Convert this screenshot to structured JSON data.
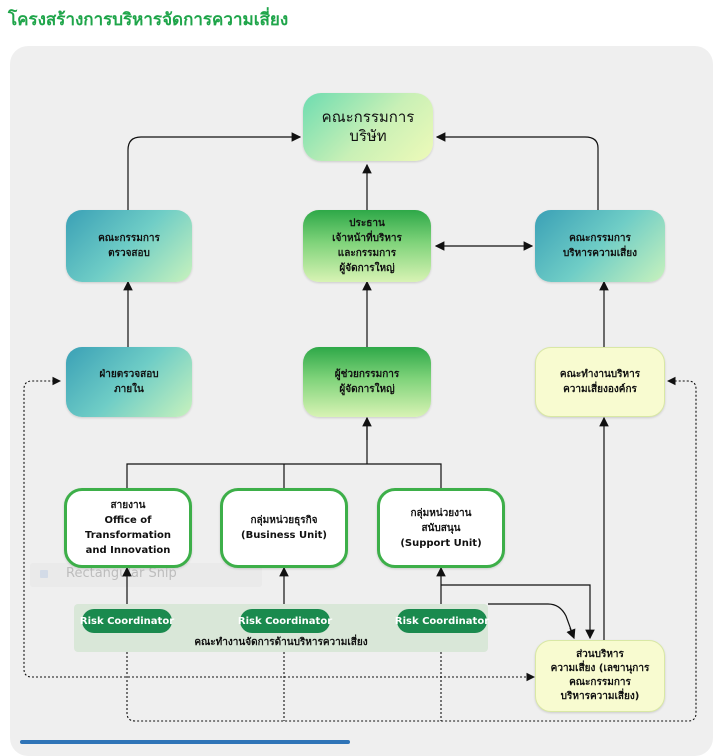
{
  "title": "โครงสร้างการบริหารจัดการความเสี่ยง",
  "nodes": {
    "board": "คณะกรรมการ\nบริษัท",
    "audit_committee": "คณะกรรมการ\nตรวจสอบ",
    "ceo": "ประธาน\nเจ้าหน้าที่บริหาร\nและกรรมการ\nผู้จัดการใหญ่",
    "risk_committee": "คณะกรรมการ\nบริหารความเสี่ยง",
    "internal_audit": "ฝ่ายตรวจสอบ\nภายใน",
    "assistant_md": "ผู้ช่วยกรรมการ\nผู้จัดการใหญ่",
    "erm_working_group": "คณะทำงานบริหาร\nความเสี่ยงองค์กร",
    "otio": "สายงาน\nOffice of\nTransformation\nand Innovation",
    "business_unit": "กลุ่มหน่วยธุรกิจ\n(Business Unit)",
    "support_unit": "กลุ่มหน่วยงาน\nสนับสนุน\n(Support Unit)",
    "risk_management_dept": "ส่วนบริหาร\nความเสี่ยง (เลขานุการ\nคณะกรรมการ\nบริหารความเสี่ยง)"
  },
  "coordinators": {
    "label_1": "Risk Coordinator",
    "label_2": "Risk Coordinator",
    "label_3": "Risk Coordinator",
    "group_label": "คณะทำงานจัดการด้านบริหารความเสี่ยง"
  },
  "background_widget": {
    "label": "Rectangular Snip"
  }
}
